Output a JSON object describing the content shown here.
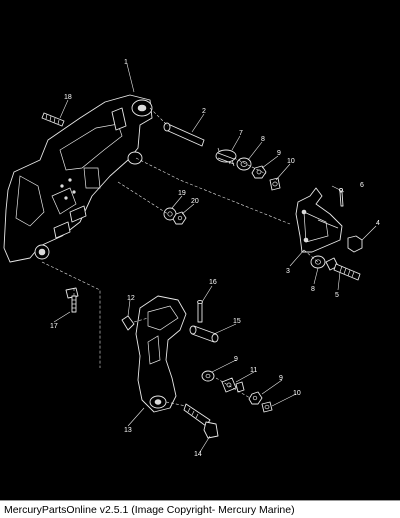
{
  "diagram": {
    "callouts": [
      "1",
      "2",
      "3",
      "4",
      "5",
      "6",
      "7",
      "8",
      "9",
      "10",
      "11",
      "12",
      "13",
      "14",
      "15",
      "16",
      "17",
      "18",
      "19",
      "20"
    ],
    "callout_colors": {
      "text": "#ffffff",
      "line": "#e8e8e8",
      "background": "#000000"
    }
  },
  "footer": {
    "caption": "MercuryPartsOnline v2.5.1 (Image Copyright- Mercury Marine)"
  }
}
